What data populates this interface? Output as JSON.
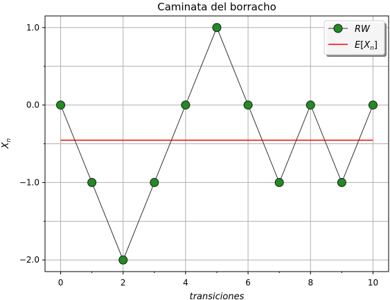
{
  "chart_data": {
    "type": "line",
    "title": "Caminata del borracho",
    "xlabel": "transiciones",
    "ylabel": "X_n",
    "xlim": [
      -0.5,
      10.5
    ],
    "ylim": [
      -2.15,
      1.15
    ],
    "xticks": [
      0,
      2,
      4,
      6,
      8,
      10
    ],
    "xticklabels": [
      "0",
      "2",
      "4",
      "6",
      "8",
      "10"
    ],
    "x_minor_ticks": [
      1,
      3,
      5,
      7,
      9
    ],
    "yticks": [
      -2.0,
      -1.0,
      0.0,
      1.0
    ],
    "yticklabels": [
      "−2.0",
      "−1.0",
      "0.0",
      "1.0"
    ],
    "y_minor_ticks": [
      -1.5,
      -0.5,
      0.5
    ],
    "grid": true,
    "legend_position": "top-right",
    "series": [
      {
        "name": "RW",
        "kind": "line-markers",
        "x": [
          0,
          1,
          2,
          3,
          4,
          5,
          6,
          7,
          8,
          9,
          10
        ],
        "y": [
          0,
          -1,
          -2,
          -1,
          0,
          1,
          0,
          -1,
          0,
          -1,
          0
        ],
        "line_color": "#333333",
        "marker_color": "#228b22",
        "marker_edge": "#1a1a1a"
      },
      {
        "name": "E[X_n]",
        "kind": "line",
        "x": [
          0,
          10
        ],
        "y": [
          -0.4545,
          -0.4545
        ],
        "line_color": "#ff0000"
      }
    ]
  }
}
